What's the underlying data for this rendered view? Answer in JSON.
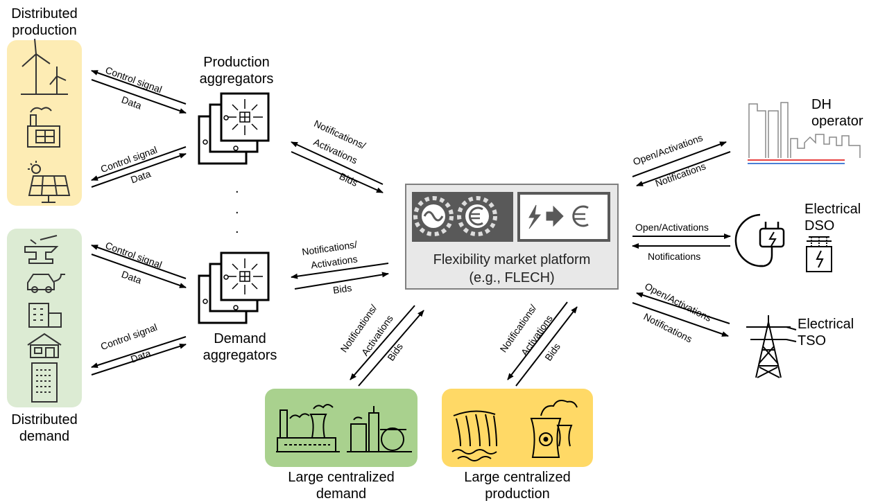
{
  "colors": {
    "production_bg": "#fdecb4",
    "demand_bg": "#dcebd3",
    "central_demand_bg": "#a9d18e",
    "central_production_bg": "#ffd966",
    "platform_bg": "#e8e8e8",
    "platform_border": "#7f7f7f",
    "icon_panel": "#595959",
    "dh_red": "#e84040",
    "dh_blue": "#4a7fd6"
  },
  "nodes": {
    "distributed_production": [
      "Distributed",
      "production"
    ],
    "distributed_demand": [
      "Distributed",
      "demand"
    ],
    "production_aggregators": [
      "Production",
      "aggregators"
    ],
    "demand_aggregators": [
      "Demand",
      "aggregators"
    ],
    "platform": [
      "Flexibility market platform",
      "(e.g., FLECH)"
    ],
    "dh_operator": [
      "DH",
      "operator"
    ],
    "electrical_dso": [
      "Electrical",
      "DSO"
    ],
    "electrical_tso": [
      "Electrical",
      "TSO"
    ],
    "large_central_demand": [
      "Large centralized",
      "demand"
    ],
    "large_central_production": [
      "Large centralized",
      "production"
    ]
  },
  "arrow_labels": {
    "control_signal": "Control signal",
    "data": "Data",
    "notifications_activations": "Notifications/",
    "activations": "Activations",
    "notifications_activations_d": "Notifications/",
    "activations_d": "Activations",
    "bids": "Bids",
    "open_activations": "Open/Activations",
    "notifications": "Notifications"
  },
  "platform_icons": [
    "gears-icon",
    "flexibility-to-euro-icon"
  ],
  "dots": ".",
  "central_icons": {
    "demand": [
      "factory-icon",
      "refinery-icon"
    ],
    "production": [
      "hydro-dam-icon",
      "nuclear-plant-icon"
    ]
  }
}
